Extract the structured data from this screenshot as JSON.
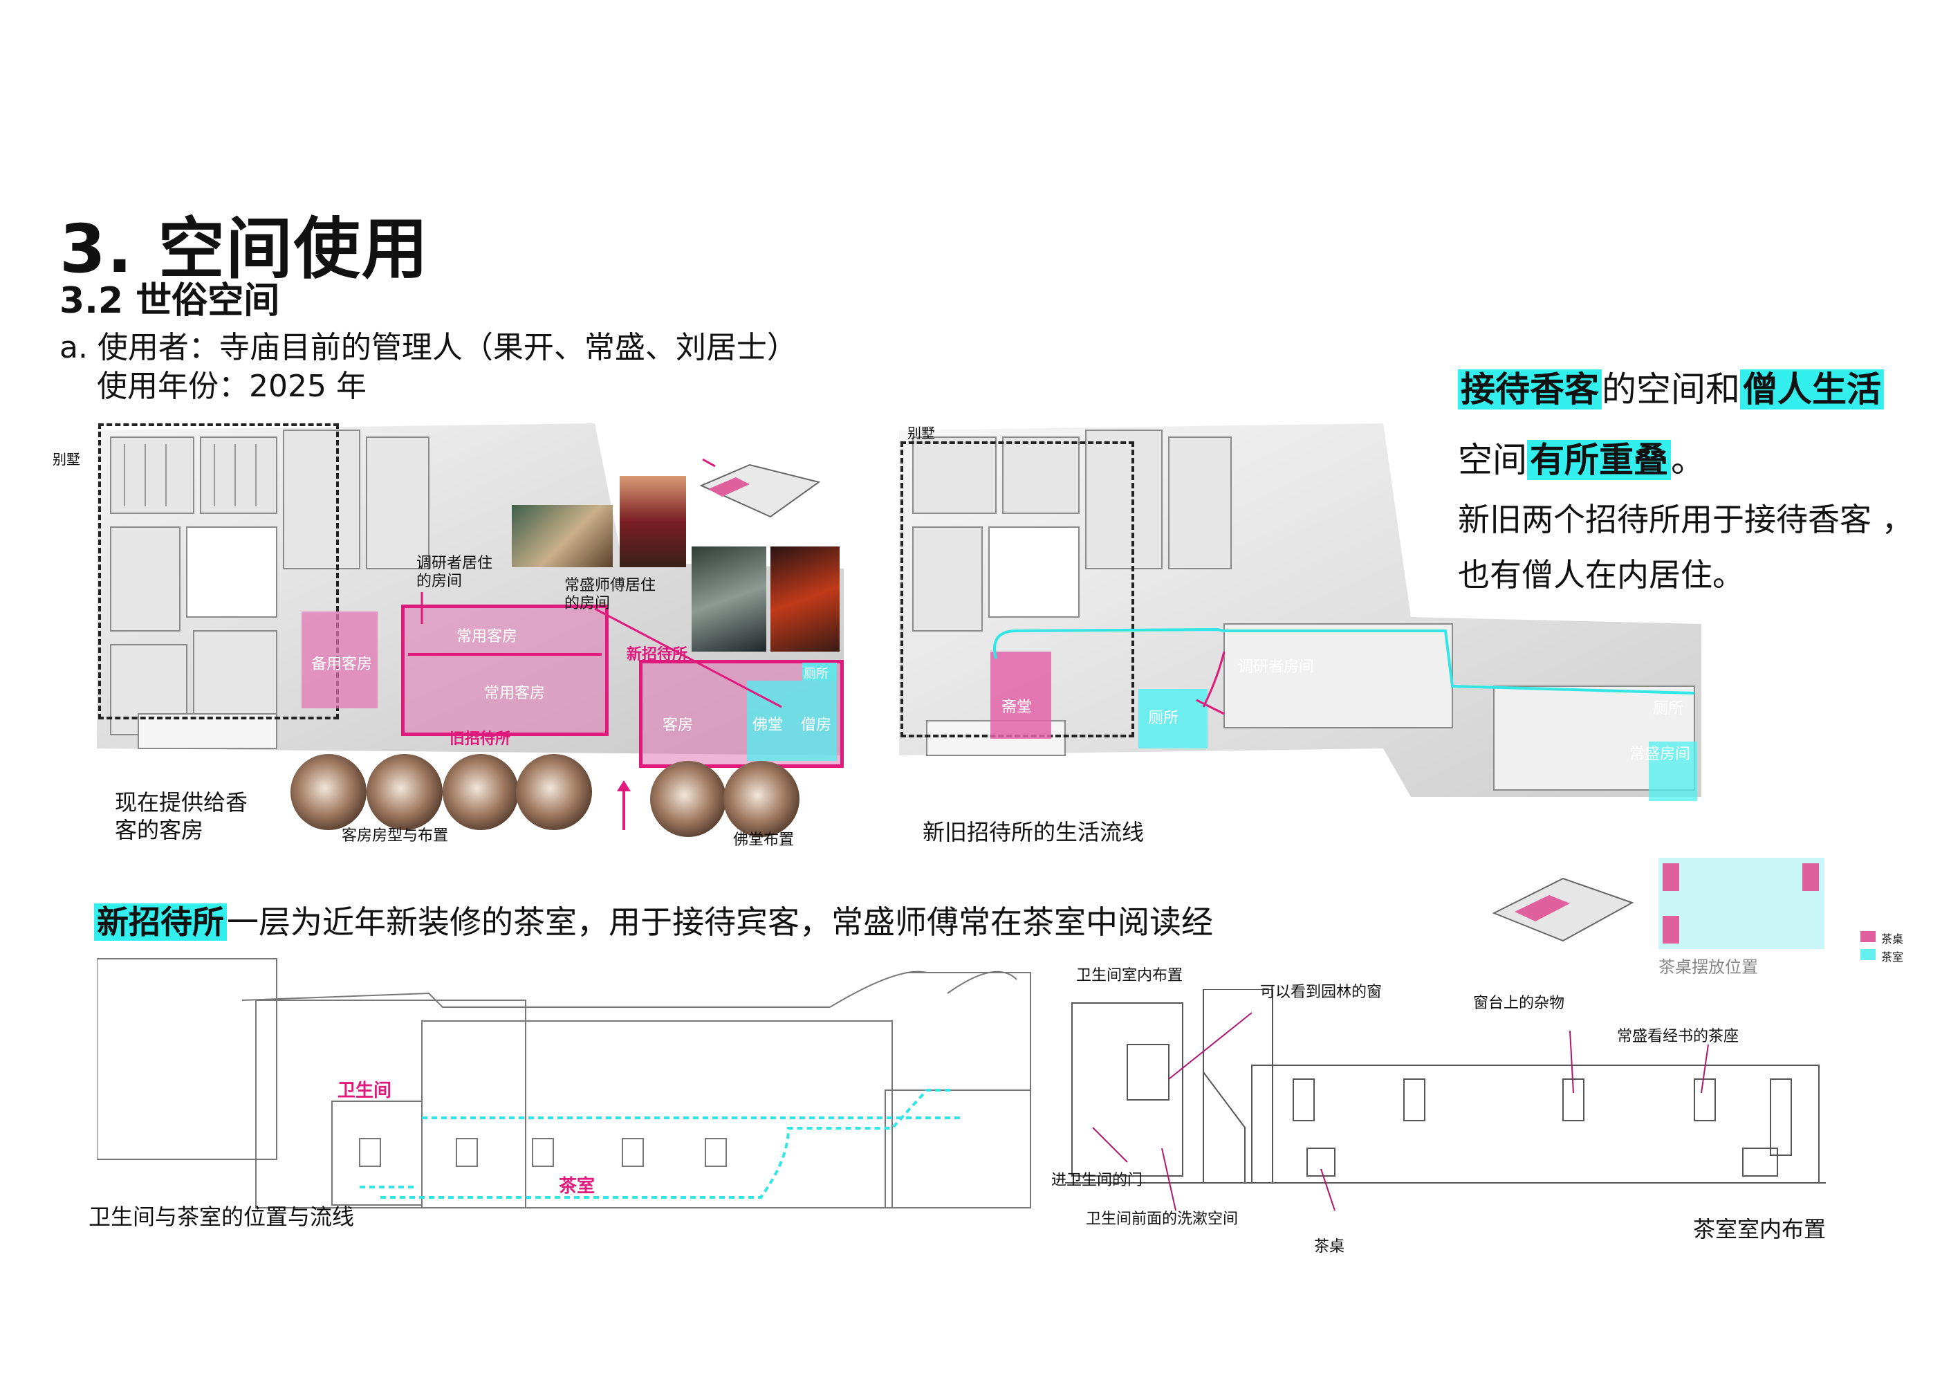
{
  "header": {
    "title": "3. 空间使用",
    "subtitle": "3.2  世俗空间",
    "line_a": "a.  使用者：寺庙目前的管理人（果开、常盛、刘居士）",
    "line_b": "使用年份：2025 年"
  },
  "statement": {
    "hl1": "接待香客",
    "mid1": "的空间和",
    "hl2": "僧人生活",
    "pre2": "空间",
    "hl3": "有所重叠",
    "post2": "。",
    "line3": "新旧两个招待所用于接待香客  ，",
    "line4": "也有僧人在内居住。"
  },
  "plan_left": {
    "villa": "别墅",
    "survey_room": "调研者居住\n的房间",
    "master_room": "常盛师傅居住\n的房间",
    "new_guesthouse": "新招待所",
    "old_guesthouse": "旧招待所",
    "spare_room": "备用客房",
    "common_room_top": "常用客房",
    "common_room": "常用客房",
    "guest_room": "客房",
    "buddha_hall": "佛堂",
    "monk_room": "僧房",
    "toilet": "厕所",
    "caption_guest": "现在提供给香\n客的客房",
    "caption_layout": "客房房型与布置",
    "caption_buddha": "佛堂布置"
  },
  "plan_right": {
    "villa": "别墅",
    "dining": "斋堂",
    "toilet1": "厕所",
    "survey_room": "调研者房间",
    "toilet2": "厕所",
    "master_room": "常盛房间",
    "caption": "新旧招待所的生活流线"
  },
  "teahouse": {
    "hl": "新招待所",
    "text": "一层为近年新装修的茶室，用于接待宾客，常盛师傅常在茶室中阅读经",
    "bathroom": "卫生间",
    "tea_room": "茶室",
    "caption": "卫生间与茶室的位置与流线"
  },
  "legend": {
    "caption": "茶桌摆放位置",
    "items": [
      {
        "label": "茶桌",
        "color": "#e0609e"
      },
      {
        "label": "茶室",
        "color": "#66efef"
      }
    ]
  },
  "interior": {
    "bath_layout": "卫生间室内布置",
    "window_garden": "可以看到园林的窗",
    "sill_items": "窗台上的杂物",
    "reading_seat": "常盛看经书的茶座",
    "bath_door": "进卫生间的门",
    "wash_space": "卫生间前面的洗漱空间",
    "tea_table": "茶桌",
    "caption": "茶室室内布置"
  },
  "colors": {
    "magenta": "#e0197d",
    "pink_fill": "#e87fb5",
    "cyan": "#33f0ee",
    "cyan_fill": "#9ff4f4"
  }
}
